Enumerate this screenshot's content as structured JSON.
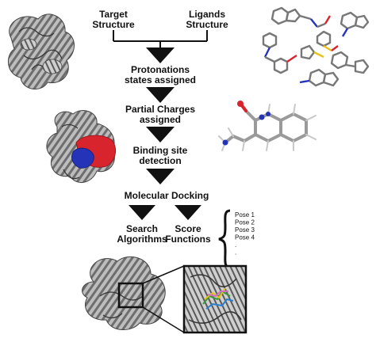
{
  "labels": {
    "target_1": "Target",
    "target_2": "Structure",
    "ligands_1": "Ligands",
    "ligands_2": "Structure",
    "proton_1": "Protonations",
    "proton_2": "states assigned",
    "partial_1": "Partial Charges",
    "partial_2": "assigned",
    "binding_1": "Binding site",
    "binding_2": "detection",
    "docking": "Molecular Docking",
    "search_1": "Search",
    "search_2": "Algorithms",
    "score_1": "Score",
    "score_2": "Functions"
  },
  "poses": [
    "Pose 1",
    "Pose 2",
    "Pose 3",
    "Pose 4",
    ".",
    "."
  ],
  "colors": {
    "ink": "#111111",
    "protein_gray": "#8a8a8a",
    "site_red": "#d8242c",
    "site_blue": "#2433b8",
    "ligand_green": "#3a9a3a",
    "ligand_yellow": "#e6c21a"
  }
}
